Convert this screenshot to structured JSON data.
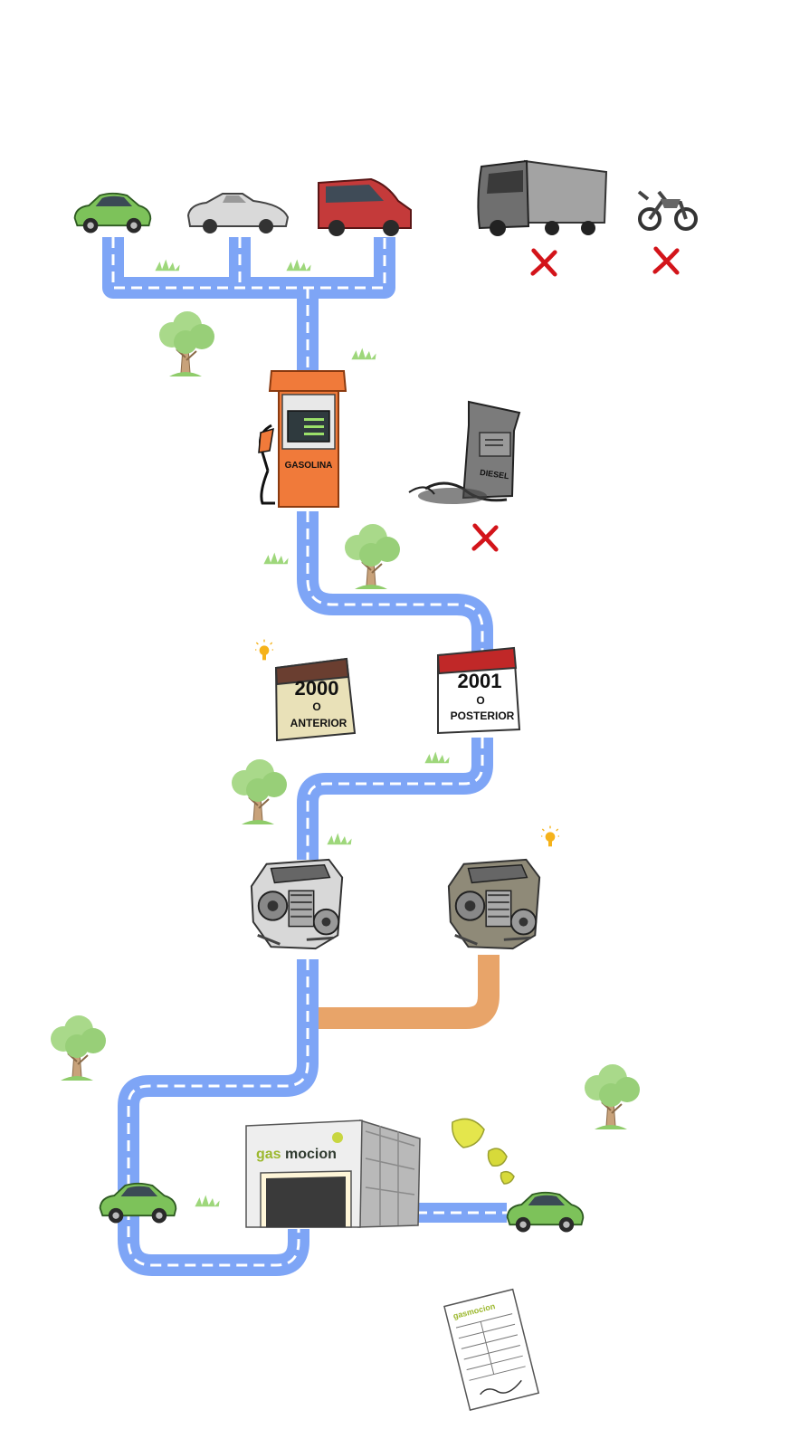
{
  "pump": {
    "gasoline_label": "GASOLINA",
    "diesel_label": "DIESEL"
  },
  "calendars": {
    "older": {
      "year": "2000",
      "connector": "O",
      "qualifier": "ANTERIOR"
    },
    "newer": {
      "year": "2001",
      "connector": "O",
      "qualifier": "POSTERIOR"
    }
  },
  "brand": {
    "part1": "gas",
    "part2": "mocion",
    "short_logo": "gasmocion"
  },
  "vehicles_allowed": [
    "small-car-icon",
    "convertible-car-icon",
    "van-icon"
  ],
  "vehicles_excluded": [
    "truck-icon",
    "motorcycle-icon"
  ],
  "colors": {
    "road_blue": "#7ea5f6",
    "road_orange": "#e8a469",
    "reject_red": "#d3141a",
    "car_green": "#7dc25a",
    "pump_orange": "#f07a3a",
    "brand_green": "#9cb82e",
    "hint_yellow": "#f5b21a"
  }
}
